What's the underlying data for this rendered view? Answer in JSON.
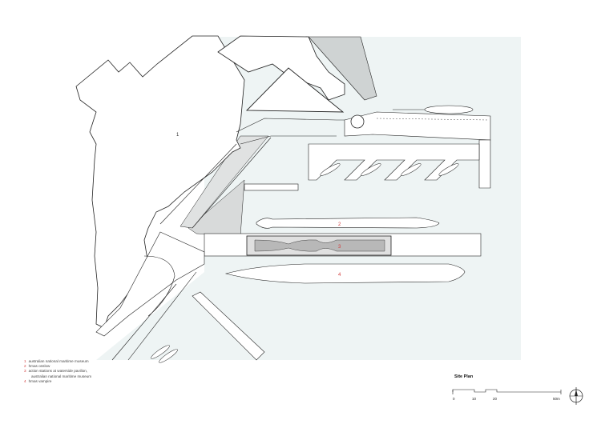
{
  "plan": {
    "labels": {
      "museum": "1",
      "onslow": "2",
      "pavilion": "3",
      "vampire": "4"
    },
    "label_color": "#d23a3a",
    "water_color": "#eef4f4",
    "line_color": "#222222"
  },
  "legend": [
    {
      "num": "1",
      "text": "australian national maritime museum"
    },
    {
      "num": "2",
      "text": "hmas onslow"
    },
    {
      "num": "3",
      "text": "action stations at waterside pavilion,"
    },
    {
      "num": "",
      "text": "australian national maritime museum"
    },
    {
      "num": "4",
      "text": "hmas vampire"
    }
  ],
  "title": "Site Plan",
  "scale": {
    "ticks": [
      "0",
      "10",
      "20",
      "50m"
    ]
  },
  "north_arrow": "north-arrow"
}
